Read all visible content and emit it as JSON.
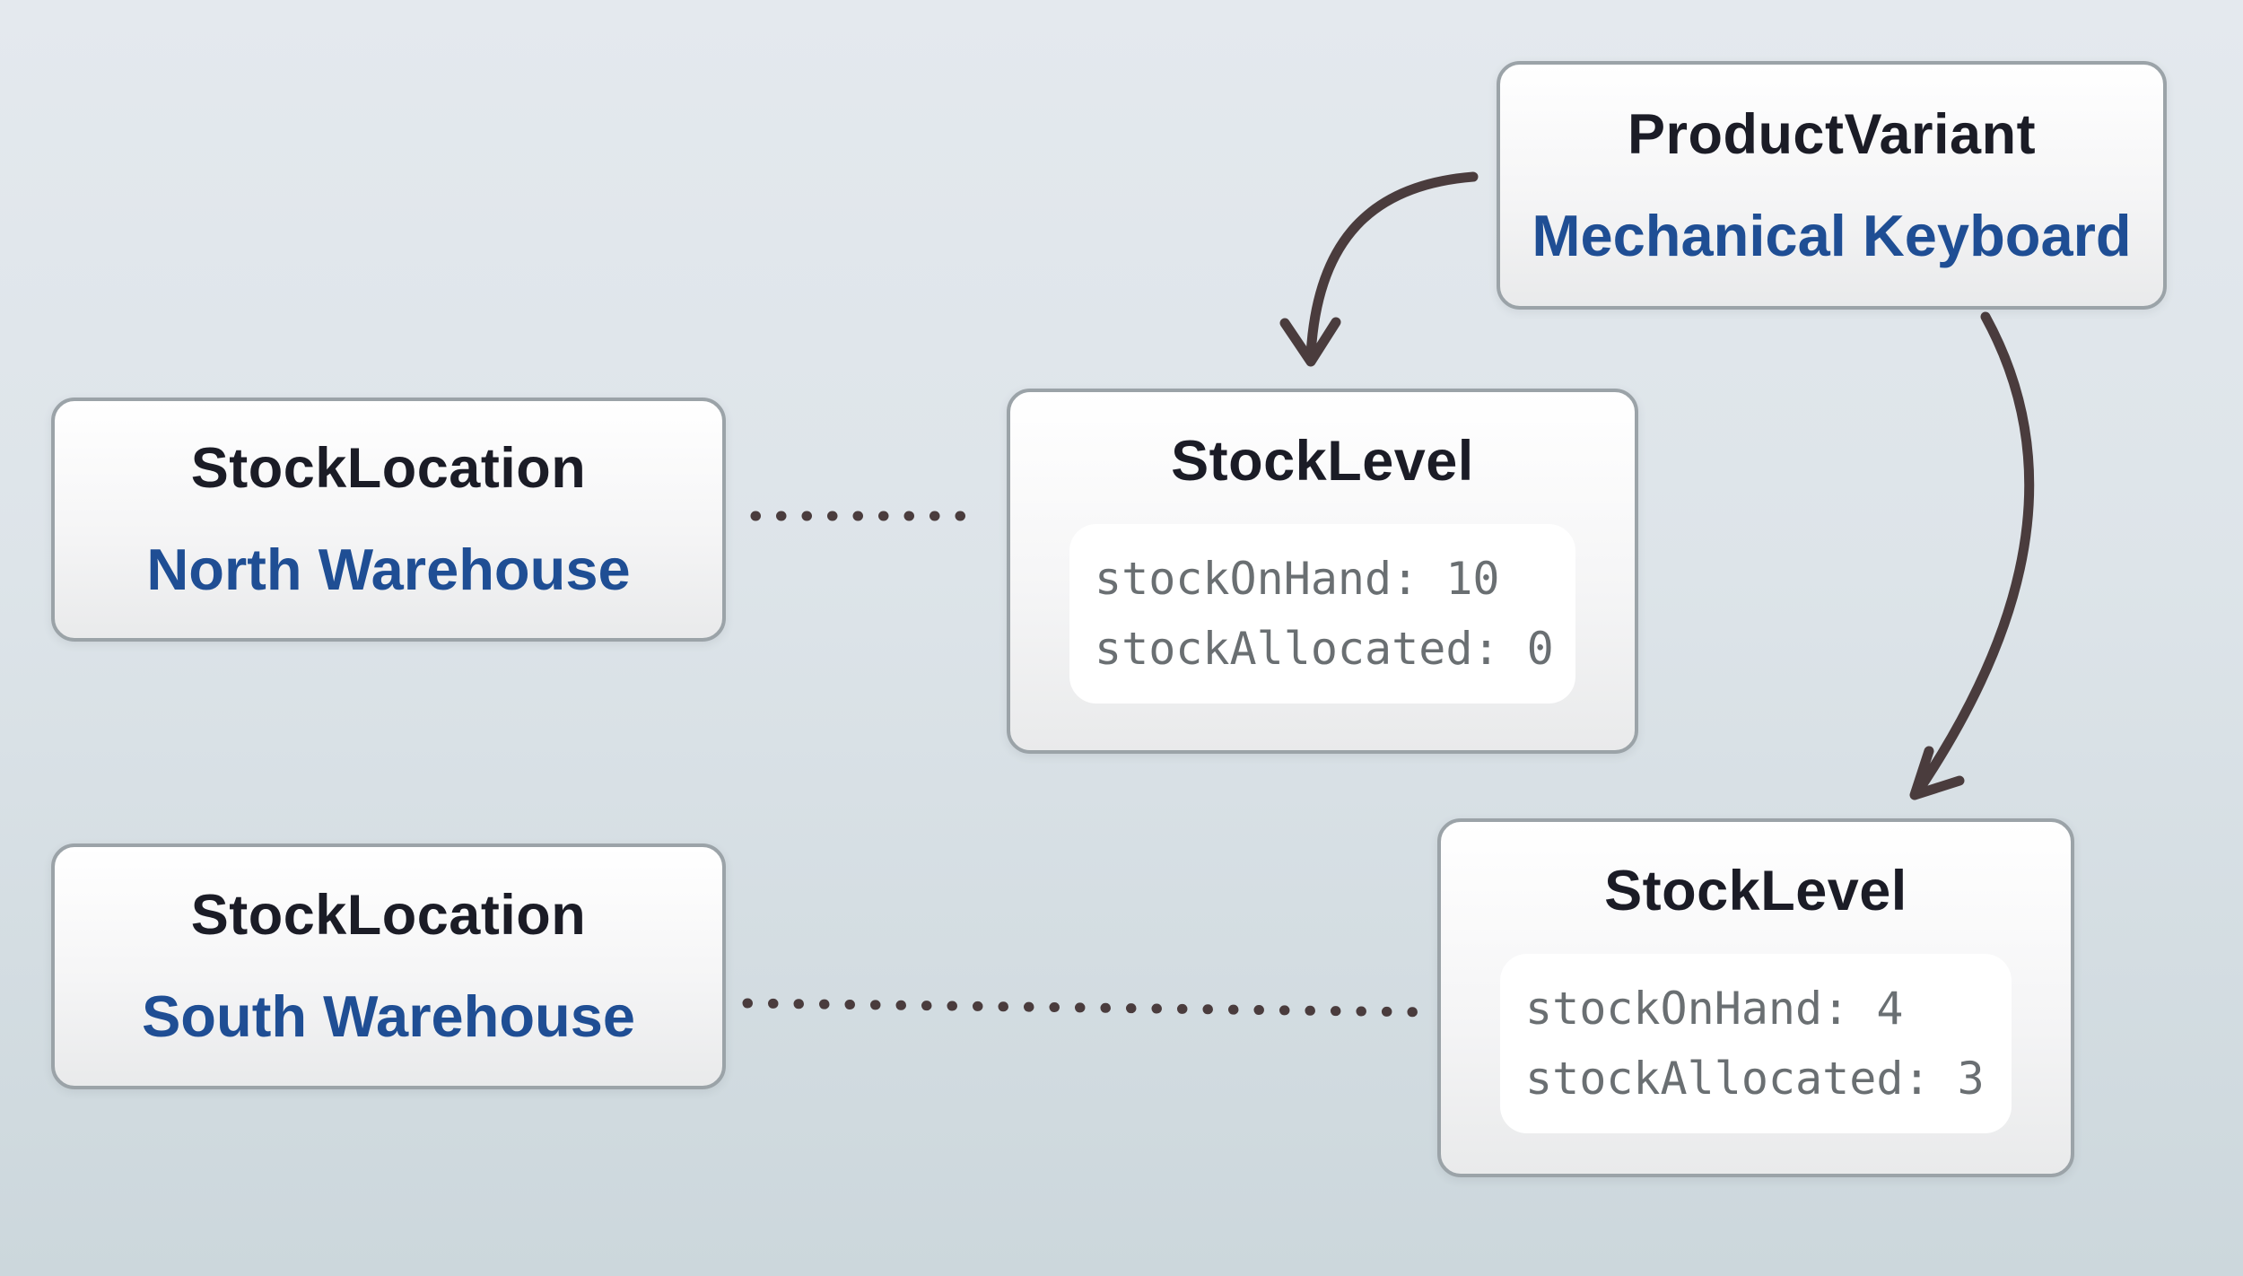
{
  "colors": {
    "bg_top": "#e4e9ee",
    "bg_bottom": "#ccd7dc",
    "title": "#1b1c26",
    "subtitle_blue": "#1f4e94",
    "mono_gray": "#6a6f72",
    "box_border": "#9ba3a8",
    "connector": "#4a3c3d"
  },
  "nodes": {
    "product_variant": {
      "type_label": "ProductVariant",
      "instance_label": "Mechanical Keyboard"
    },
    "stock_location_north": {
      "type_label": "StockLocation",
      "instance_label": "North Warehouse"
    },
    "stock_location_south": {
      "type_label": "StockLocation",
      "instance_label": "South Warehouse"
    },
    "stock_level_north": {
      "type_label": "StockLevel",
      "fields": [
        "stockOnHand: 10",
        "stockAllocated: 0"
      ]
    },
    "stock_level_south": {
      "type_label": "StockLevel",
      "fields": [
        "stockOnHand: 4",
        "stockAllocated: 3"
      ]
    }
  },
  "relations": [
    {
      "from": "ProductVariant",
      "to": "StockLevel (North)",
      "style": "curved-arrow"
    },
    {
      "from": "ProductVariant",
      "to": "StockLevel (South)",
      "style": "curved-arrow"
    },
    {
      "from": "StockLocation North Warehouse",
      "to": "StockLevel (North)",
      "style": "dotted-line"
    },
    {
      "from": "StockLocation South Warehouse",
      "to": "StockLevel (South)",
      "style": "dotted-line"
    }
  ]
}
